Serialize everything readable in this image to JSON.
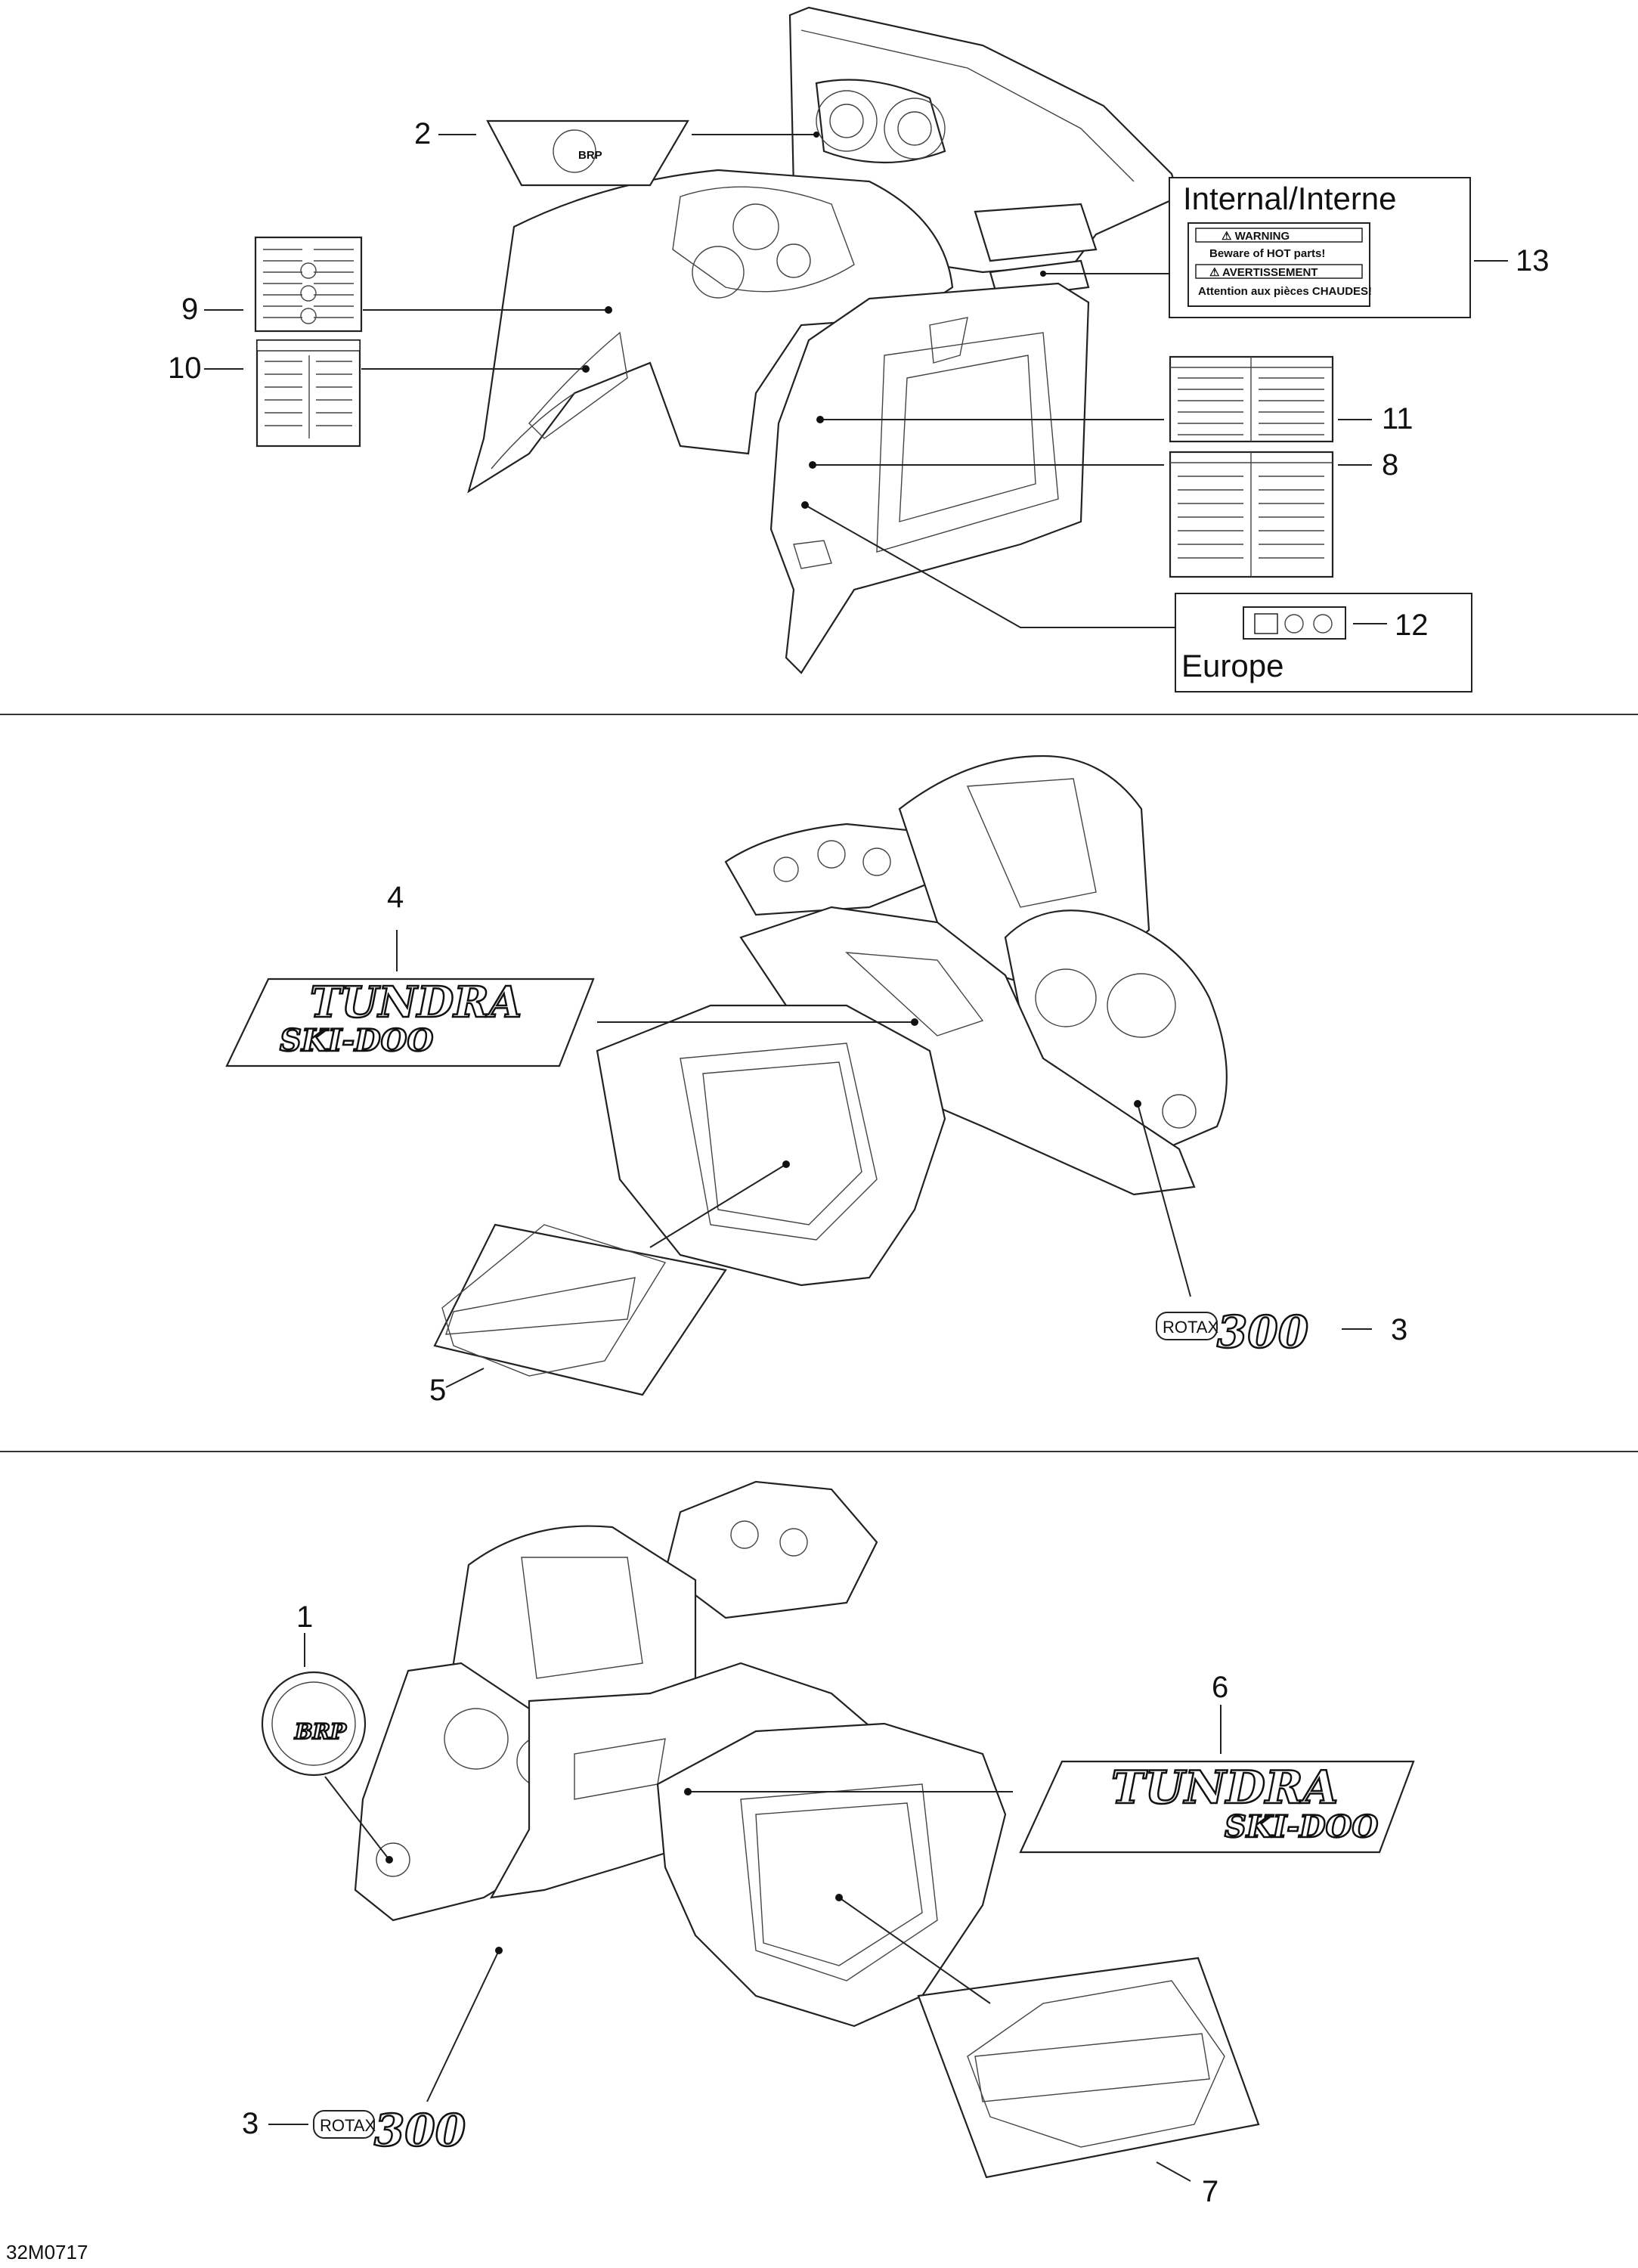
{
  "callouts": {
    "c1": "1",
    "c2": "2",
    "c3a": "3",
    "c3b": "3",
    "c4": "4",
    "c5": "5",
    "c6": "6",
    "c7": "7",
    "c8": "8",
    "c9": "9",
    "c10": "10",
    "c11": "11",
    "c12": "12",
    "c13": "13"
  },
  "boxes": {
    "internal_title": "Internal/Interne",
    "europe_title": "Europe"
  },
  "labels": {
    "warning_header": "⚠ WARNING",
    "warning_text": "Beware of HOT parts!",
    "avert_header": "⚠ AVERTISSEMENT",
    "avert_text": "Attention aux pièces CHAUDES!",
    "rotax_word": "ROTAX",
    "rotax_number": "300",
    "tundra_word": "TUNDRA",
    "skidoo_word": "SKI-DOO",
    "brp_word": "BRP"
  },
  "figure_ref": "32M0717"
}
